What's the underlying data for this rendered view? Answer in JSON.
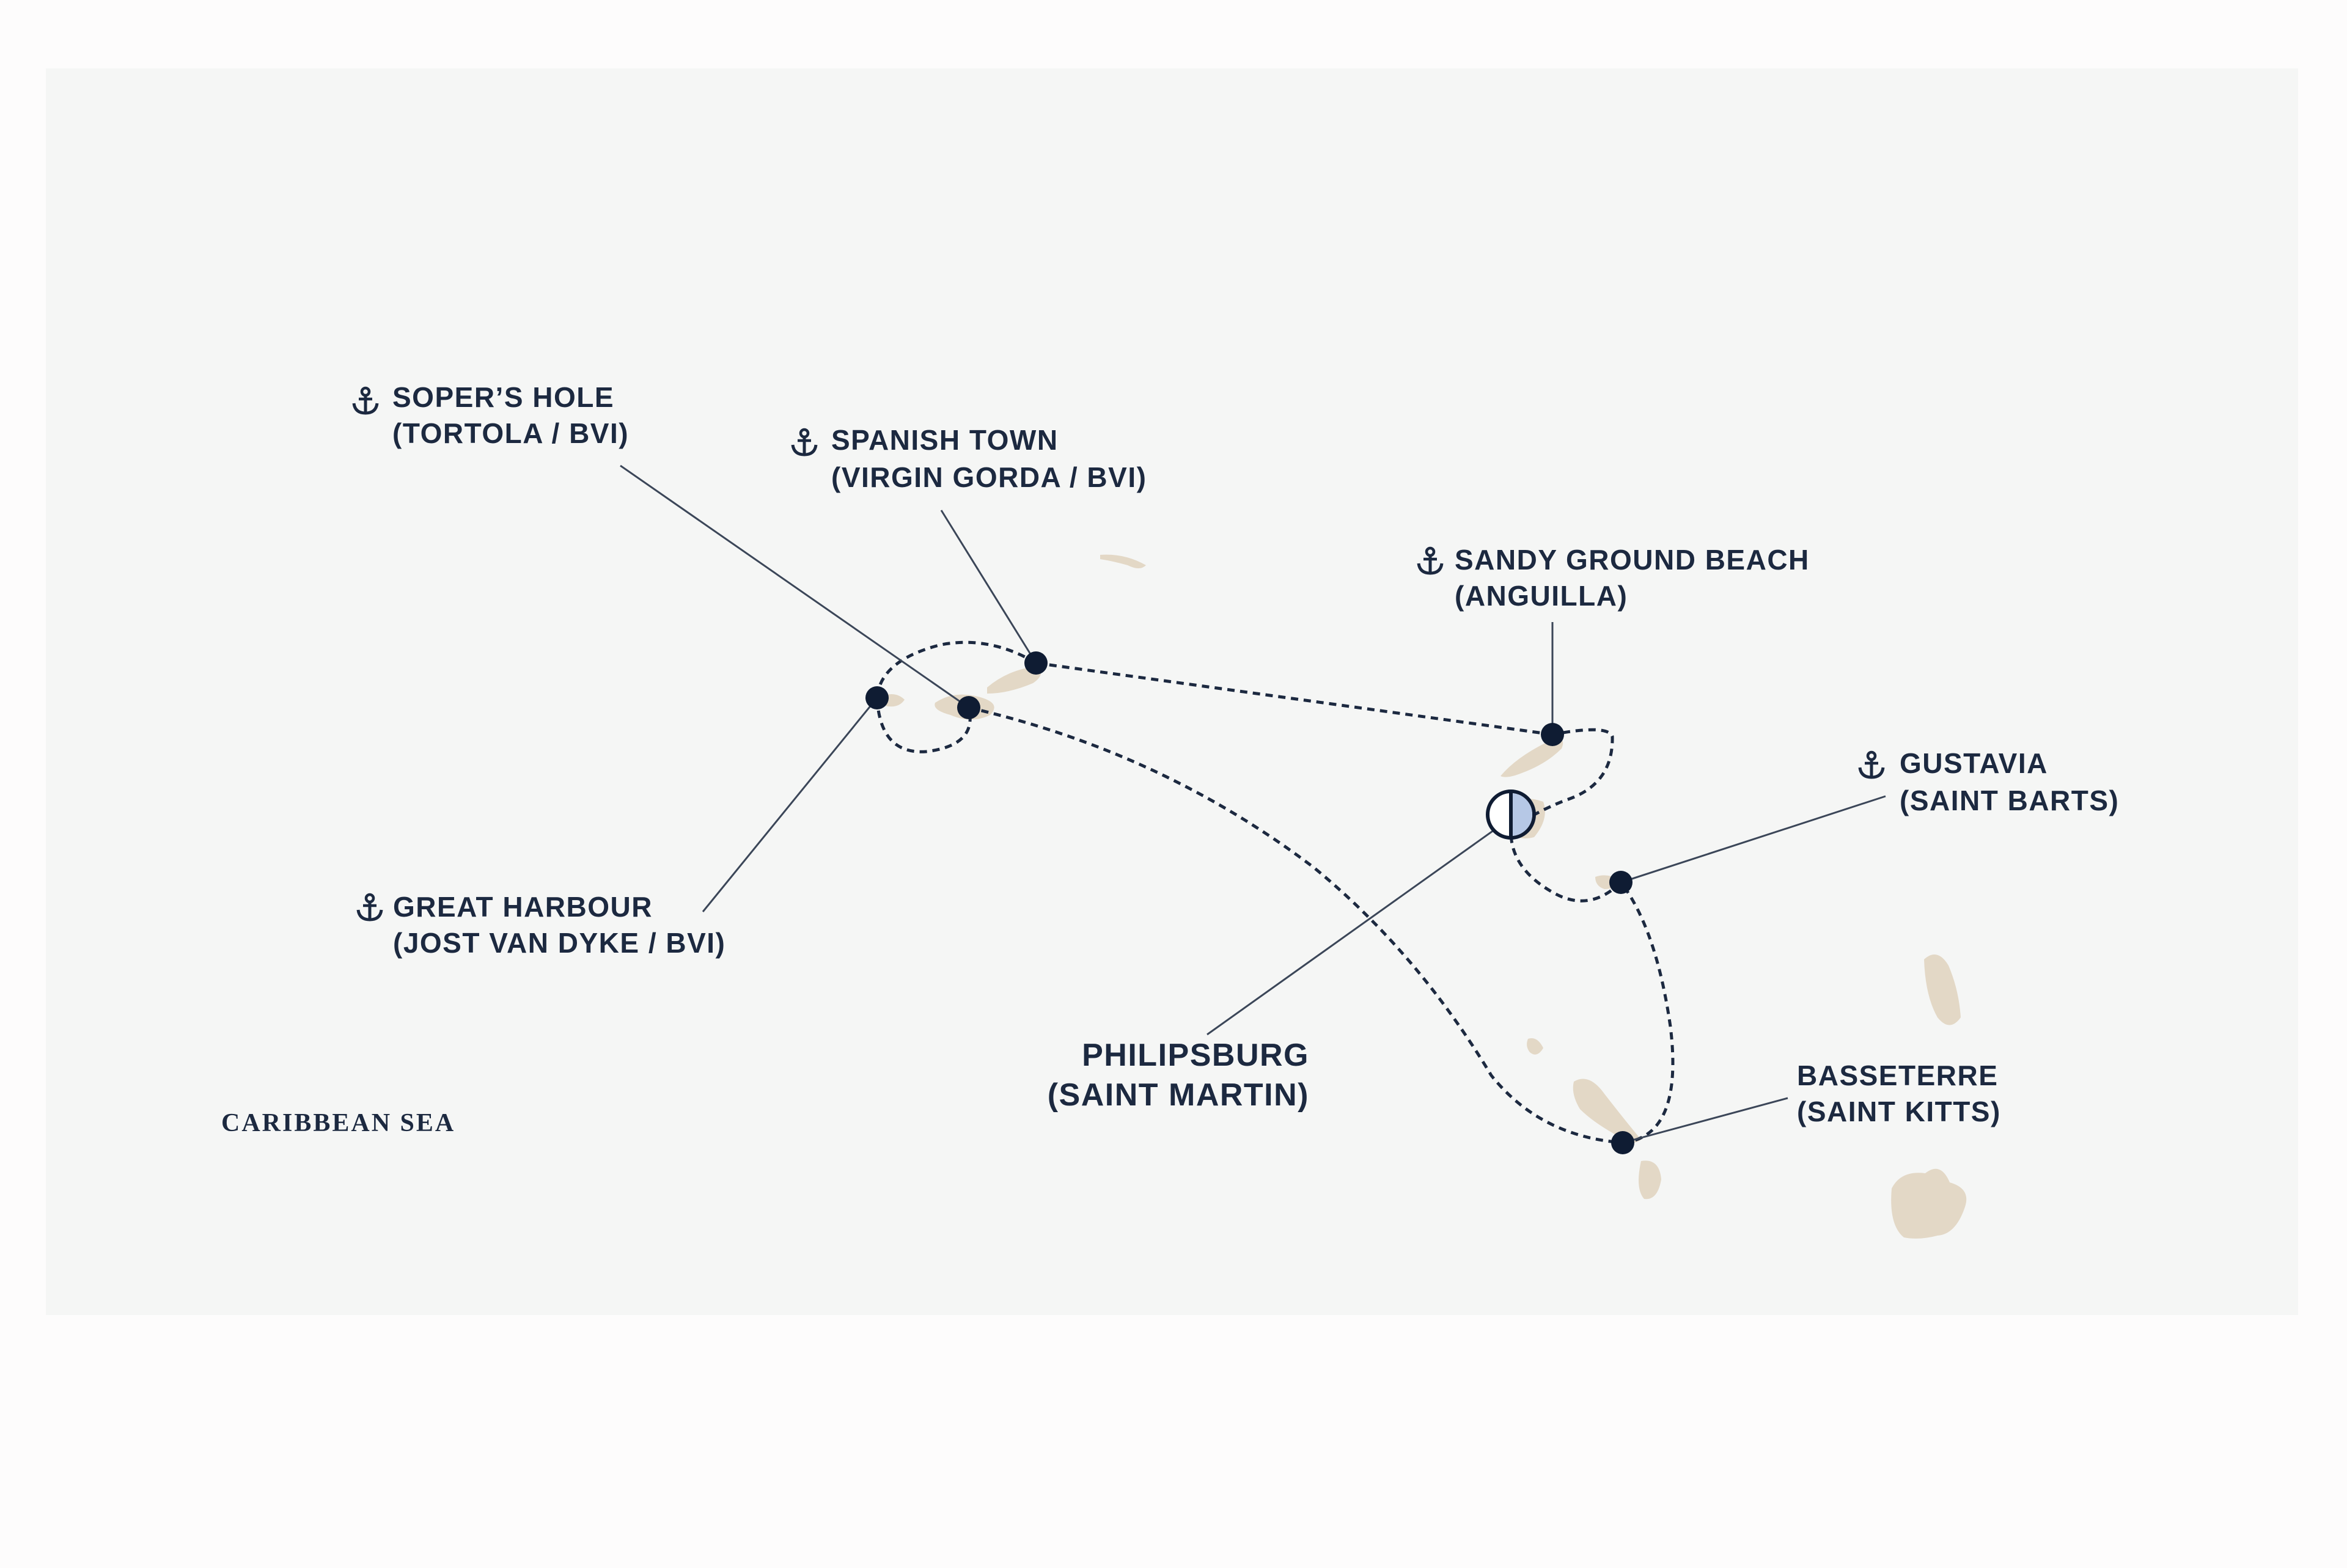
{
  "map": {
    "background": "#f5f6f5",
    "page_background": "#fdfcfc",
    "land_color": "#e3d8c6",
    "route_color": "#1c2940",
    "text_color": "#1c2940",
    "sea_label": "CARIBBEAN SEA"
  },
  "ports": [
    {
      "id": "sopers-hole",
      "icon": "anchor-icon",
      "line1": "SOPER’S HOLE",
      "line2": "(TORTOLA / BVI)"
    },
    {
      "id": "spanish-town",
      "icon": "anchor-icon",
      "line1": "SPANISH TOWN",
      "line2": "(VIRGIN GORDA / BVI)"
    },
    {
      "id": "sandy-ground",
      "icon": "anchor-icon",
      "line1": "SANDY GROUND BEACH",
      "line2": "(ANGUILLA)"
    },
    {
      "id": "gustavia",
      "icon": "anchor-icon",
      "line1": "GUSTAVIA",
      "line2": "(SAINT BARTS)"
    },
    {
      "id": "great-harbour",
      "icon": "anchor-icon",
      "line1": "GREAT HARBOUR",
      "line2": "(JOST VAN DYKE / BVI)"
    },
    {
      "id": "basseterre",
      "icon": "",
      "line1": "BASSETERRE",
      "line2": "(SAINT KITTS)"
    }
  ],
  "home_port": {
    "icon": "home-port-marker-icon",
    "line1": "PHILIPSBURG",
    "line2": "(SAINT MARTIN)"
  }
}
